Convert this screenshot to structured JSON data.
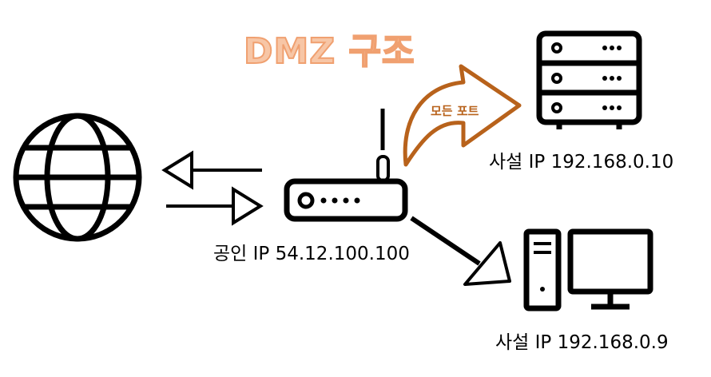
{
  "title": "DMZ 구조",
  "labels": {
    "router": "공인 IP 54.12.100.100",
    "server": "사설 IP 192.168.0.10",
    "pc": "사설 IP 192.168.0.9",
    "dmz_arrow": "모든 포트"
  },
  "icons": {
    "internet": "globe-icon",
    "router": "router-icon",
    "server": "server-icon",
    "pc": "desktop-pc-icon"
  },
  "colors": {
    "title_fill": "#f7c6a6",
    "title_stroke": "#f0a070",
    "dmz_arrow": "#b8621b",
    "line": "#000000"
  }
}
